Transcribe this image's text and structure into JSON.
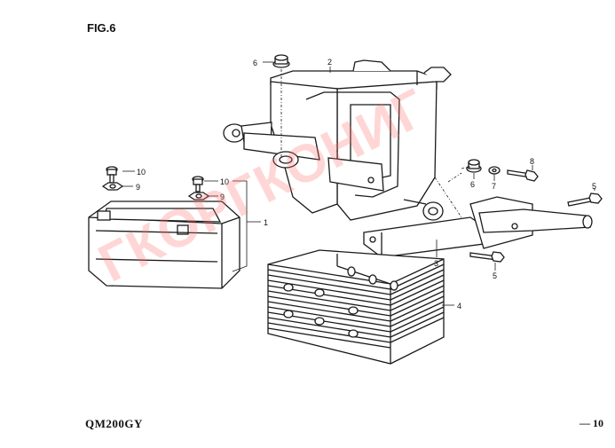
{
  "figure": {
    "title": "FIG.6"
  },
  "footer": {
    "model": "QM200GY",
    "page_number": "— 10"
  },
  "watermark": {
    "text": "ГКОРГКОНИГ"
  },
  "callouts": {
    "c1": "1",
    "c2": "2",
    "c3": "3",
    "c4": "4",
    "c5a": "5",
    "c5b": "5",
    "c6a": "6",
    "c6b": "6",
    "c7": "7",
    "c8": "8",
    "c9a": "9",
    "c9b": "9",
    "c10a": "10",
    "c10b": "10"
  }
}
